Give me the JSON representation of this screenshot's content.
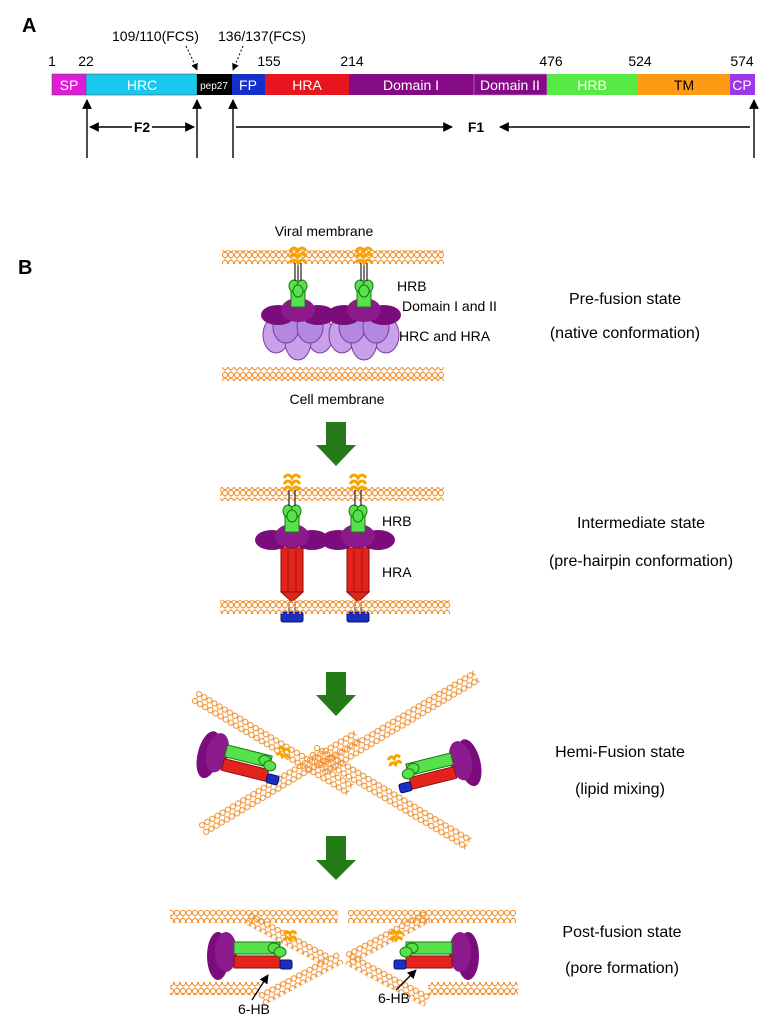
{
  "panel_a": {
    "letter": "A",
    "positions": [
      "1",
      "22",
      "155",
      "214",
      "476",
      "524",
      "574"
    ],
    "cleavage1": "109/110(FCS)",
    "cleavage2": "136/137(FCS)",
    "domains": [
      {
        "label": "SP",
        "color": "#e01bd6"
      },
      {
        "label": "HRC",
        "color": "#18c8ef"
      },
      {
        "label": "pep27",
        "color": "#000000"
      },
      {
        "label": "FP",
        "color": "#1530c8"
      },
      {
        "label": "HRA",
        "color": "#e8141e"
      },
      {
        "label": "Domain I",
        "color": "#850a85"
      },
      {
        "label": "Domain II",
        "color": "#850a85"
      },
      {
        "label": "HRB",
        "color": "#58ea44"
      },
      {
        "label": "TM",
        "color": "#ff9a14"
      },
      {
        "label": "CP",
        "color": "#9b38e8"
      }
    ],
    "f2": "F2",
    "f1": "F1"
  },
  "panel_b": {
    "letter": "B",
    "viral_membrane": "Viral membrane",
    "cell_membrane": "Cell membrane",
    "label_hrb": "HRB",
    "label_domain": "Domain I and II",
    "label_hrc_hra": "HRC and HRA",
    "label_hra": "HRA",
    "label_6hb": "6-HB",
    "states": [
      {
        "name": "Pre-fusion state",
        "sub": "(native conformation)"
      },
      {
        "name": "Intermediate state",
        "sub": "(pre-hairpin conformation)"
      },
      {
        "name": "Hemi-Fusion state",
        "sub": "(lipid mixing)"
      },
      {
        "name": "Post-fusion state",
        "sub": "(pore formation)"
      }
    ]
  },
  "colors": {
    "membrane": "#f5a04a",
    "purple": "#7b0c7b",
    "lavender": "#c79ae6",
    "green": "#55e24a",
    "red": "#e3241c",
    "blue": "#1b2ec0",
    "arrow": "#237a16"
  }
}
